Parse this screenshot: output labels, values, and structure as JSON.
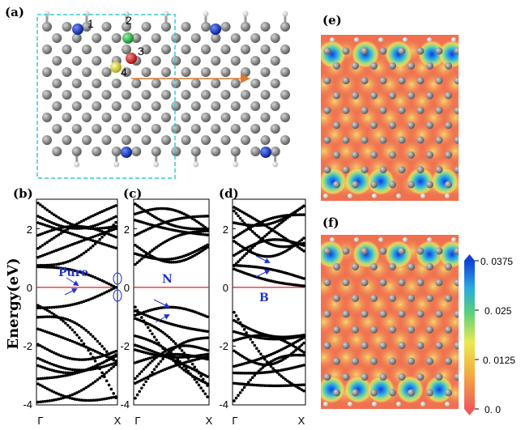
{
  "panels": {
    "a": "(a)",
    "b": "(b)",
    "c": "(c)",
    "d": "(d)",
    "e": "(e)",
    "f": "(f)"
  },
  "site_labels": [
    "1",
    "2",
    "3",
    "4"
  ],
  "colors": {
    "carbon": "#8a8a8a",
    "hydrogen": "#f2f2f2",
    "nitrogen": "#1a3fcc",
    "green_site": "#22bb44",
    "red_site": "#dd2222",
    "yellow_site": "#e6e633",
    "supercell_box": "#33cccc",
    "arrow": "#e07a2c",
    "fermi_line": "#dd2222",
    "band_dots": "#000000",
    "annotation": "#2233cc",
    "map_bg": "#f07050"
  },
  "band_panels": [
    {
      "id": "b",
      "tag": "Pure"
    },
    {
      "id": "c",
      "tag": "N"
    },
    {
      "id": "d",
      "tag": "B"
    }
  ],
  "chart_data": [
    {
      "type": "scatter",
      "panel": "(b)",
      "ylabel": "Energy(eV)",
      "categories": [
        "Γ",
        "X"
      ],
      "ylim": [
        -4,
        3
      ],
      "yticks": [
        -4,
        -2,
        0,
        2
      ],
      "annotation": "Pure",
      "fermi_level": 0
    },
    {
      "type": "scatter",
      "panel": "(c)",
      "categories": [
        "Γ",
        "X"
      ],
      "ylim": [
        -4,
        3
      ],
      "yticks": [
        -4,
        -2,
        0,
        2
      ],
      "annotation": "N",
      "fermi_level": 0
    },
    {
      "type": "scatter",
      "panel": "(d)",
      "categories": [
        "Γ",
        "X"
      ],
      "ylim": [
        -4,
        3
      ],
      "yticks": [
        -4,
        -2,
        0,
        2
      ],
      "annotation": "B",
      "fermi_level": 0
    },
    {
      "type": "heatmap",
      "panel": "(f)",
      "colorbar_ticks": [
        "0. 0375",
        "0. 025",
        "0. 0125",
        "0. 0"
      ],
      "colorbar_range": [
        0,
        0.0375
      ]
    }
  ],
  "colorbar": {
    "labels": [
      "0. 0375",
      "0. 025",
      "0. 0125",
      "0. 0"
    ]
  },
  "xtick": {
    "gamma": "Γ",
    "x": "X"
  },
  "ytick_labels": [
    "2",
    "0",
    "-2",
    "-4"
  ],
  "ylabel": "Energy(eV)"
}
